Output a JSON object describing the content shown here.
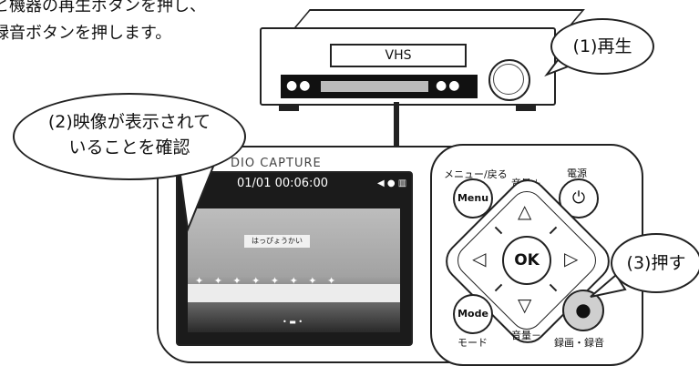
{
  "instructions": {
    "line1": "と機器の再生ボタンを押し、",
    "line2": "録音ボタンを押します。"
  },
  "vhs_deck": {
    "label": "VHS",
    "dots_left": "●●",
    "dots_right": "●●"
  },
  "device": {
    "brand_text": "DIO CAPTURE",
    "screen": {
      "timestamp": "01/01 00:06:00",
      "status_icons": "◀ ● ▥",
      "banner_text": "はっぴょうかい",
      "footer_dots": "• ▬ •"
    },
    "buttons": {
      "menu_label": "Menu",
      "menu_caption": "メニュー/戻る",
      "vol_up_caption": "音量＋",
      "power_caption": "電源",
      "power_icon": "⏻",
      "ok_label": "OK",
      "mode_label": "Mode",
      "mode_caption": "モード",
      "vol_down_caption": "音量－",
      "rec_icon": "●",
      "rec_caption": "録画・録音"
    },
    "arrows": {
      "up": "△",
      "down": "▽",
      "left": "◁",
      "right": "▷"
    }
  },
  "bubbles": {
    "step1": "(1)再生",
    "step2_line1": "(2)映像が表示されて",
    "step2_line2": "いることを確認",
    "step3": "(3)押す"
  }
}
